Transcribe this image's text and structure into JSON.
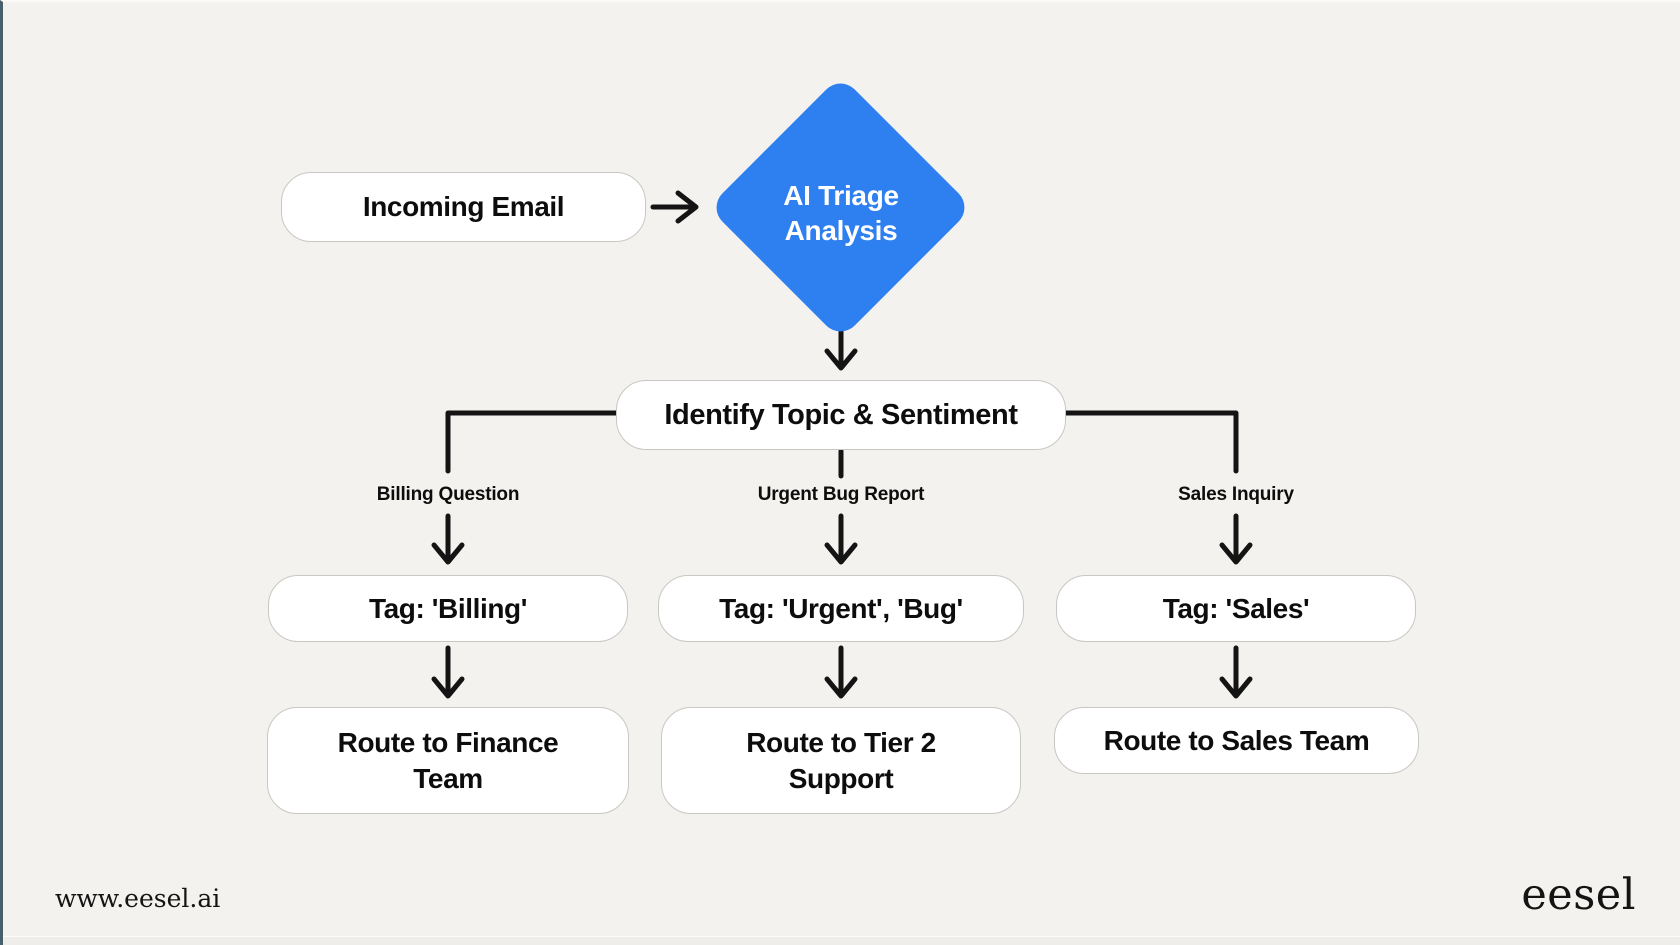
{
  "page": {
    "colors": {
      "background": "#f4f2ee",
      "node_fill": "#ffffff",
      "node_border": "#c9c7c3",
      "diamond_blue": "#2e7ff0",
      "connector_black": "#141414",
      "left_edge_border": "#47606c"
    }
  },
  "flowchart": {
    "nodes": {
      "incoming_email": {
        "label": "Incoming Email"
      },
      "triage": {
        "line1": "AI Triage",
        "line2": "Analysis"
      },
      "identify": {
        "label": "Identify Topic & Sentiment"
      },
      "tag_billing": {
        "label": "Tag: 'Billing'"
      },
      "tag_urgent": {
        "label": "Tag: 'Urgent', 'Bug'"
      },
      "tag_sales": {
        "label": "Tag: 'Sales'"
      },
      "route_finance": {
        "label": "Route to Finance Team"
      },
      "route_tier2": {
        "label": "Route to Tier 2 Support"
      },
      "route_sales": {
        "label": "Route to Sales Team"
      }
    },
    "branch_labels": {
      "left": "Billing Question",
      "middle": "Urgent Bug Report",
      "right": "Sales Inquiry"
    }
  },
  "footer": {
    "url": "www.eesel.ai",
    "logo": "eesel"
  }
}
